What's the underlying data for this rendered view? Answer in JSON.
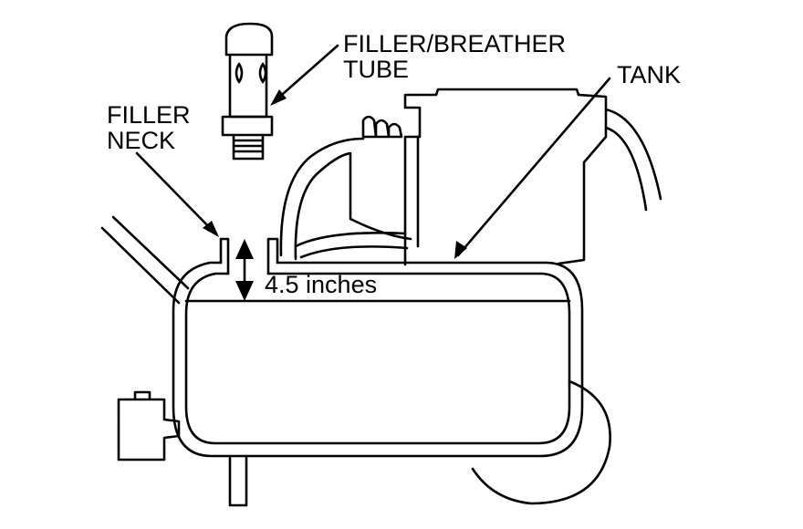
{
  "labels": {
    "filler_neck_line1": "FILLER",
    "filler_neck_line2": "NECK",
    "filler_breather_line1": "FILLER/BREATHER",
    "filler_breather_line2": "TUBE",
    "tank": "TANK",
    "measurement": "4.5 inches"
  },
  "colors": {
    "ink": "#000000",
    "background": "#ffffff"
  }
}
